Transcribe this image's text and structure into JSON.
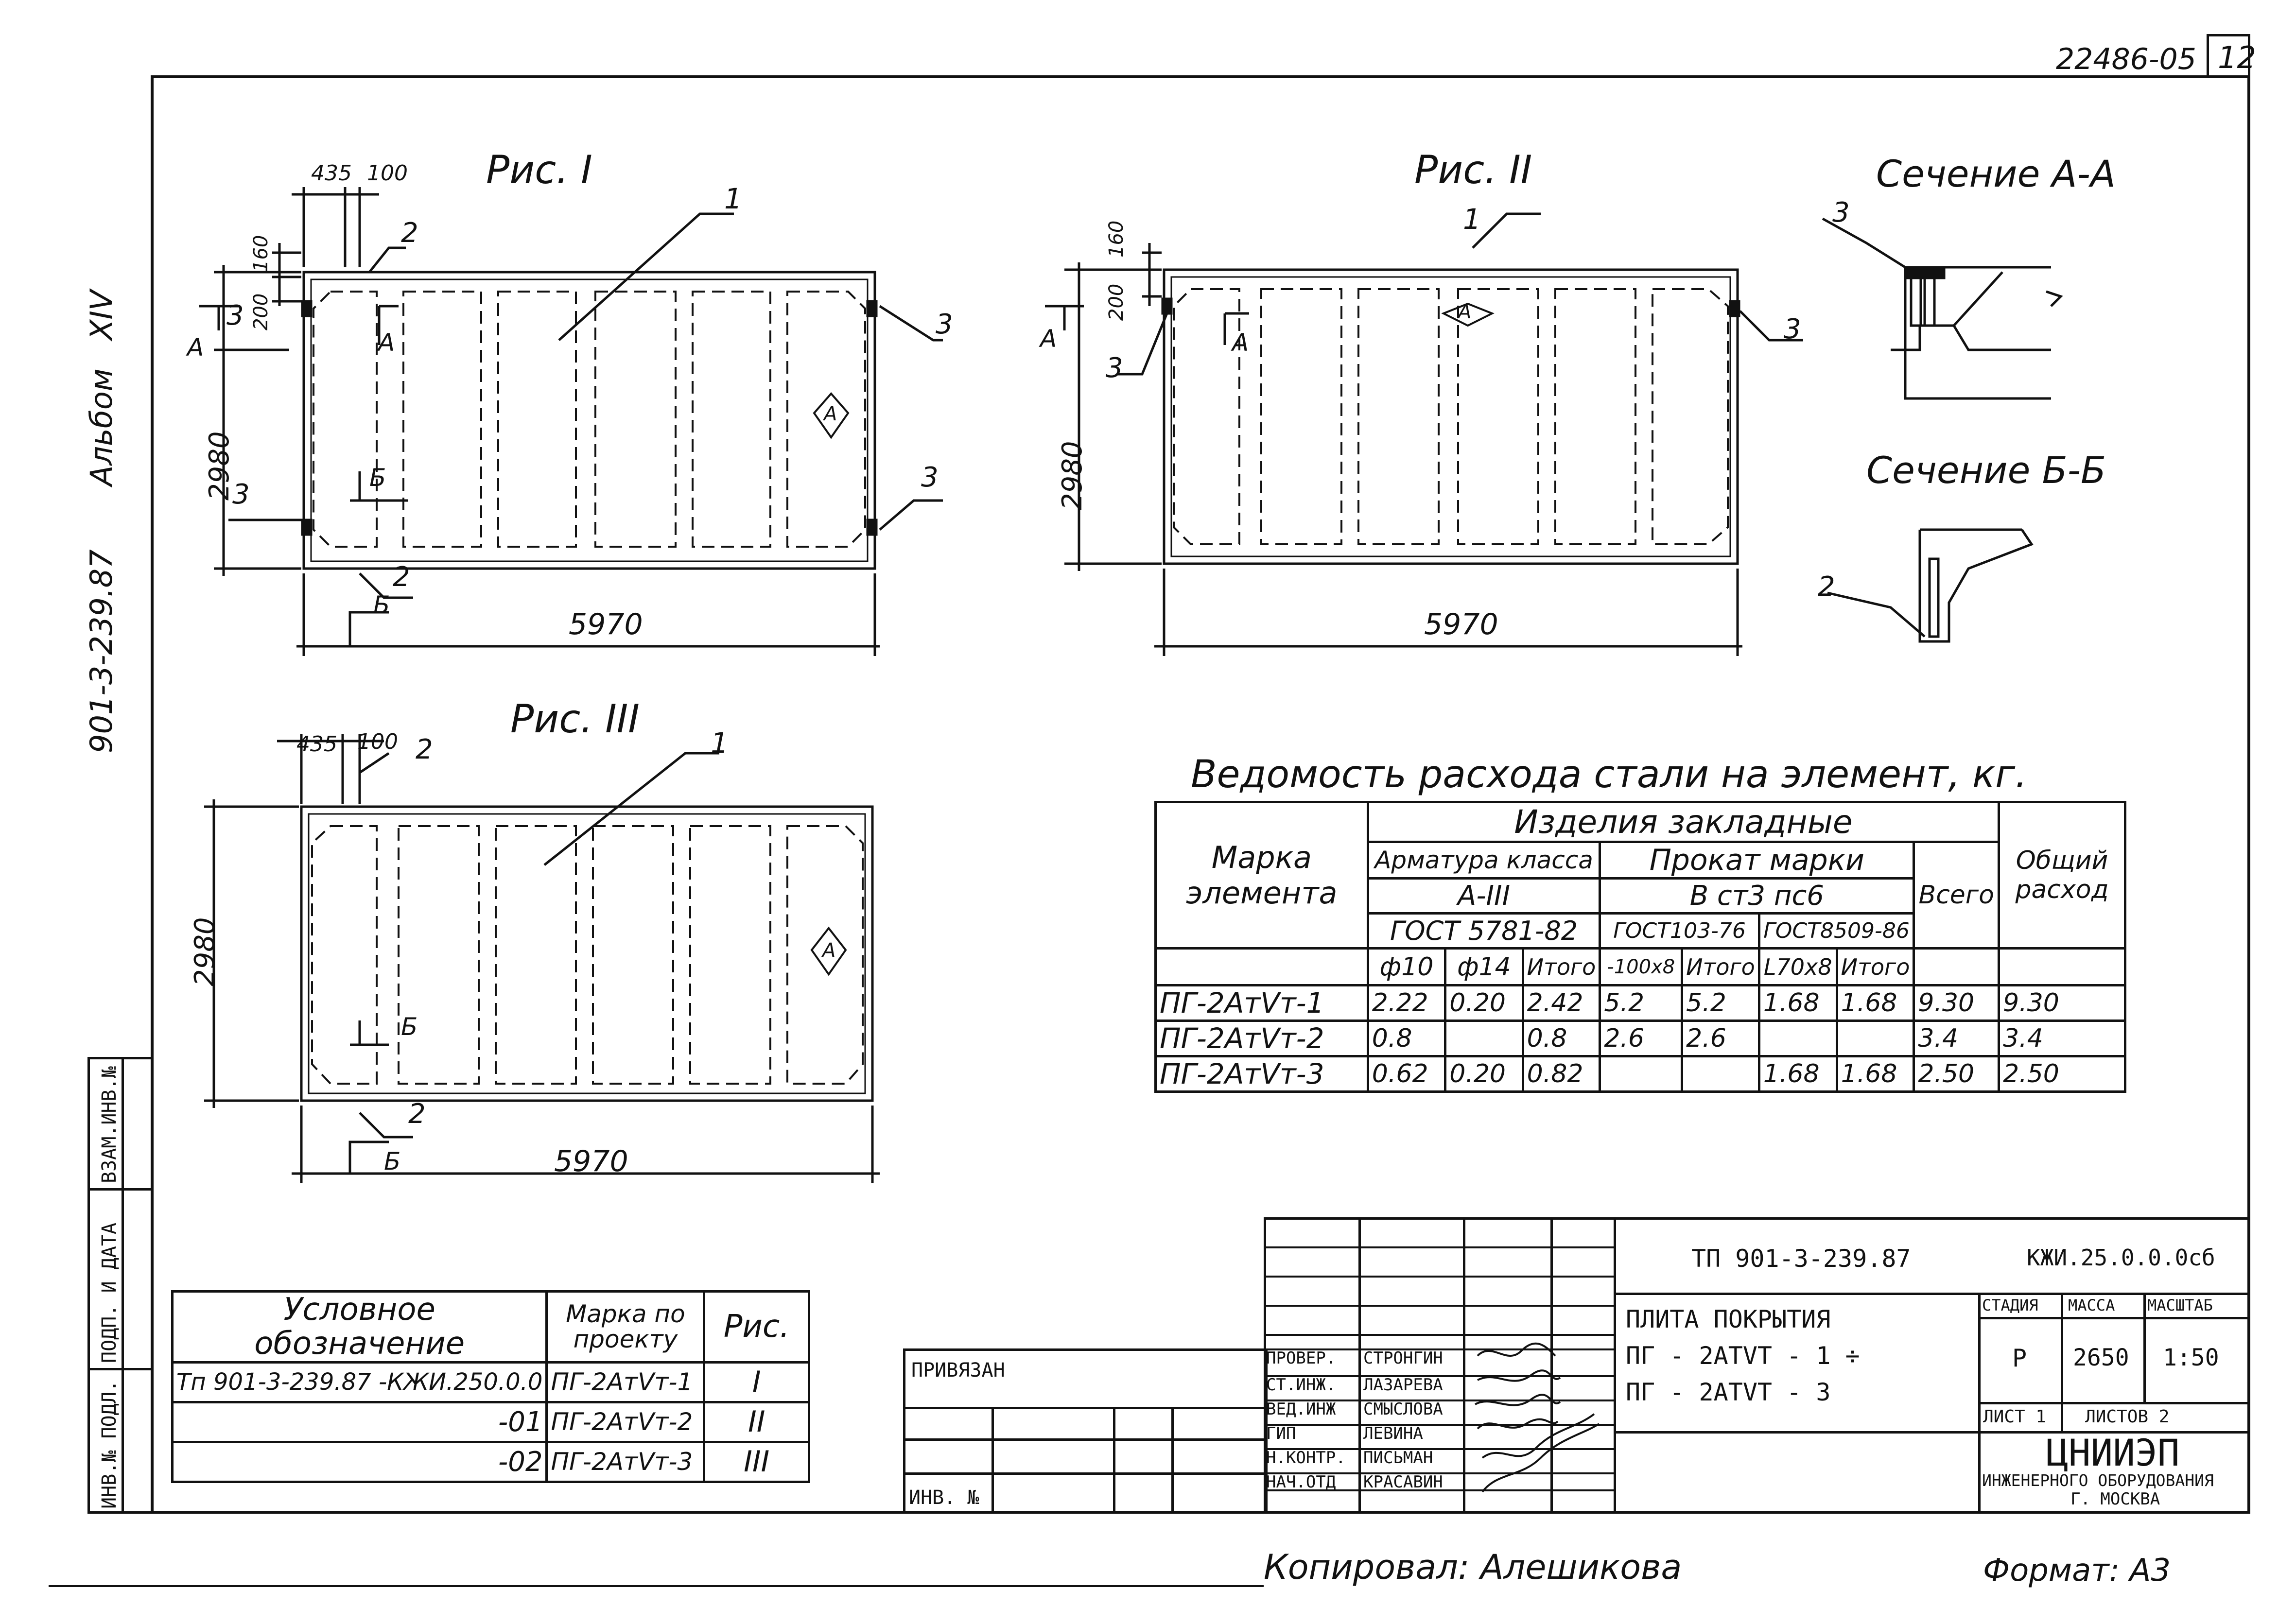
{
  "sheet": {
    "doc_code": "22486-05",
    "page_number": "12",
    "album_label": "Альбом",
    "album_number": "XIV",
    "series_code": "901-3-239.87",
    "copied_by": "Копировал: Алешикова",
    "format": "Формат: А3"
  },
  "figures": {
    "fig1": {
      "title": "Рис. I",
      "dim_length": "5970",
      "dim_width": "2980",
      "dim_435": "435",
      "dim_100": "100",
      "dim_160": "160",
      "dim_200": "200",
      "sec_a": "A",
      "sec_b": "Б",
      "mark_A": "A",
      "pos1": "1",
      "pos2": "2",
      "pos3": "3"
    },
    "fig2": {
      "title": "Рис. II",
      "dim_length": "5970",
      "dim_width": "2980",
      "dim_160": "160",
      "dim_200": "200",
      "sec_a": "A",
      "mark_A": "A",
      "pos1": "1",
      "pos3": "3"
    },
    "fig3": {
      "title": "Рис. III",
      "dim_length": "5970",
      "dim_width": "2980",
      "dim_435": "435",
      "dim_100": "100",
      "sec_b": "Б",
      "mark_A": "A",
      "pos1": "1",
      "pos2": "2"
    },
    "section_aa": {
      "title": "Сечение А-А",
      "pos": "3"
    },
    "section_bb": {
      "title": "Сечение Б-Б",
      "pos": "2"
    }
  },
  "steel_table": {
    "title": "Ведомость расхода стали на элемент, кг.",
    "h_mark": "Марка элемента",
    "h_embedded": "Изделия закладные",
    "h_rebar": "Арматура класса",
    "h_rebar_class": "А-III",
    "h_rolled": "Прокат марки",
    "h_rolled_grade": "В ст3 пс6",
    "h_gost1": "ГОСТ 5781-82",
    "h_gost2": "ГОСТ103-76",
    "h_gost3": "ГОСТ8509-86",
    "h_total": "Всего",
    "h_general": "Общий расход",
    "h_cols": [
      "ф10",
      "ф14",
      "Итого",
      "-100х8",
      "Итого",
      "L70х8",
      "Итого"
    ],
    "rows": [
      {
        "mark": "ПГ-2АтVт-1",
        "cells": [
          "2.22",
          "0.20",
          "2.42",
          "5.2",
          "5.2",
          "1.68",
          "1.68",
          "9.30",
          "9.30"
        ]
      },
      {
        "mark": "ПГ-2АтVт-2",
        "cells": [
          "0.8",
          "",
          "0.8",
          "2.6",
          "2.6",
          "",
          "",
          "3.4",
          "3.4"
        ]
      },
      {
        "mark": "ПГ-2АтVт-3",
        "cells": [
          "0.62",
          "0.20",
          "0.82",
          "",
          "",
          "1.68",
          "1.68",
          "2.50",
          "2.50"
        ]
      }
    ]
  },
  "legend_table": {
    "h_designation": "Условное обозначение",
    "h_mark": "Марка по проекту",
    "h_fig": "Рис.",
    "rows": [
      {
        "designation": "Тп 901-3-239.87 -КЖИ.250.0.0",
        "mark": "ПГ-2АтVт-1",
        "fig": "I"
      },
      {
        "designation": "-01",
        "mark": "ПГ-2АтVт-2",
        "fig": "II"
      },
      {
        "designation": "-02",
        "mark": "ПГ-2АтVт-3",
        "fig": "III"
      }
    ]
  },
  "side_stamp": {
    "c1": "ИНВ.№ ПОДЛ.",
    "c2": "ПОДП. И ДАТА",
    "c3": "ВЗАМ.ИНВ.№"
  },
  "binding": {
    "label": "ПРИВЯЗАН",
    "inv_label": "ИНВ. №"
  },
  "title_block": {
    "project": "ТП 901-3-239.87",
    "code": "КЖИ.25.0.0.0сб",
    "name_line1": "ПЛИТА ПОКРЫТИЯ",
    "name_line2": "ПГ - 2АТVТ - 1 ÷",
    "name_line3": "ПГ - 2АТVТ - 3",
    "h_stage": "СТАДИЯ",
    "h_mass": "МАССА",
    "h_scale": "МАСШТАБ",
    "stage": "Р",
    "mass": "2650",
    "scale": "1:50",
    "sheet": "ЛИСТ 1",
    "sheets": "ЛИСТОВ 2",
    "org": "ЦНИИЭП",
    "org_sub": "ИНЖЕНЕРНОГО ОБОРУДОВАНИЯ",
    "org_city": "Г. МОСКВА",
    "roles": [
      {
        "role": "ПРОВЕР.",
        "name": "СТРОНГИН"
      },
      {
        "role": "СТ.ИНЖ.",
        "name": "ЛАЗАРЕВА"
      },
      {
        "role": "ВЕД.ИНЖ",
        "name": "СМЫСЛОВА"
      },
      {
        "role": "ГИП",
        "name": "ЛЕВИНА"
      },
      {
        "role": "Н.КОНТР.",
        "name": "ПИСЬМАН"
      },
      {
        "role": "НАЧ.ОТД",
        "name": "КРАСАВИН"
      }
    ]
  }
}
